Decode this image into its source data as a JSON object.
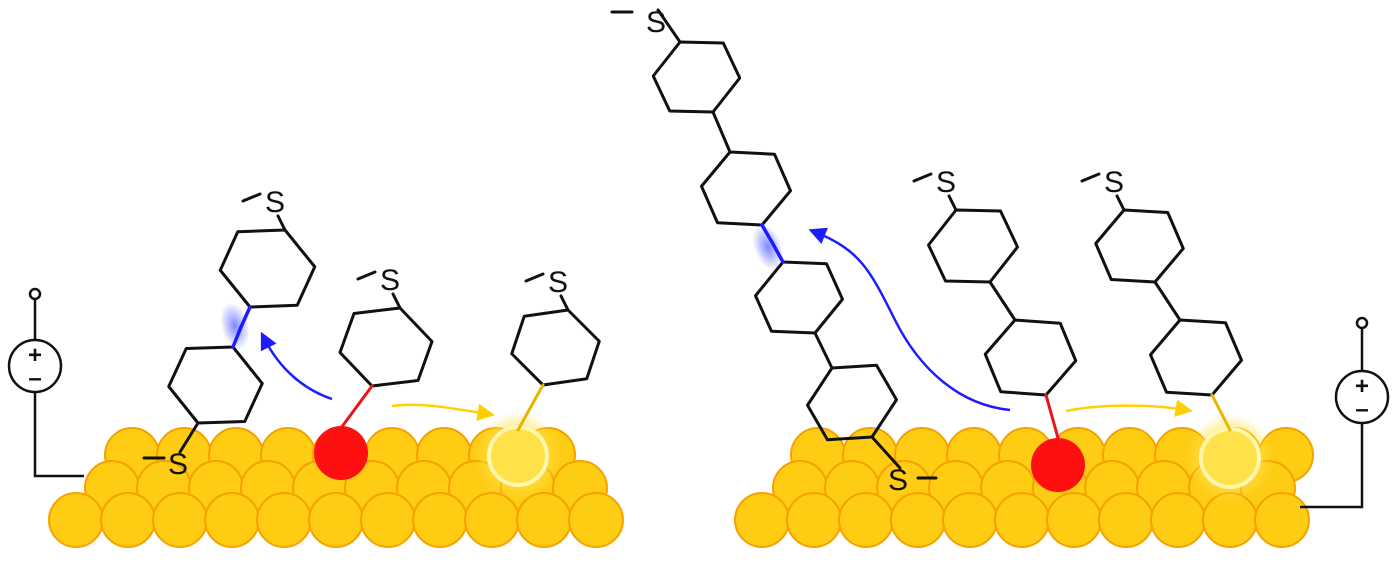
{
  "labels": {
    "sulfur": "S",
    "plus": "+",
    "minus": "–"
  },
  "colors": {
    "gold": "#FFCC14",
    "gold_edge": "#F5A200",
    "adatom": "#FF1010",
    "adatom_bond": "#E8141A",
    "blue_arrow": "#1C1CFF",
    "yellow_arrow": "#FFD000",
    "glow_blue": "#4A5BFF",
    "glow_yellow": "#FFE04D",
    "line": "#111111"
  },
  "panels": [
    {
      "name": "left",
      "molecule": "biphenyl",
      "voltage_source": "left"
    },
    {
      "name": "right",
      "molecule": "terphenyl",
      "voltage_source": "right"
    }
  ]
}
